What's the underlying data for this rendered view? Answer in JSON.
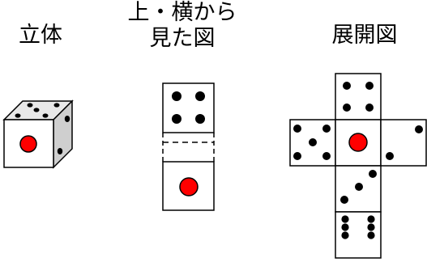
{
  "titles": {
    "cube": "立体",
    "views_line1": "上・横から",
    "views_line2": "見た図",
    "net": "展開図"
  },
  "colors": {
    "red_pip": "#ff0000",
    "cube_front": "#ffffff",
    "cube_top": "#e8e8e8",
    "cube_side": "#cfcfcf",
    "outline": "#000000",
    "pip": "#000000"
  }
}
